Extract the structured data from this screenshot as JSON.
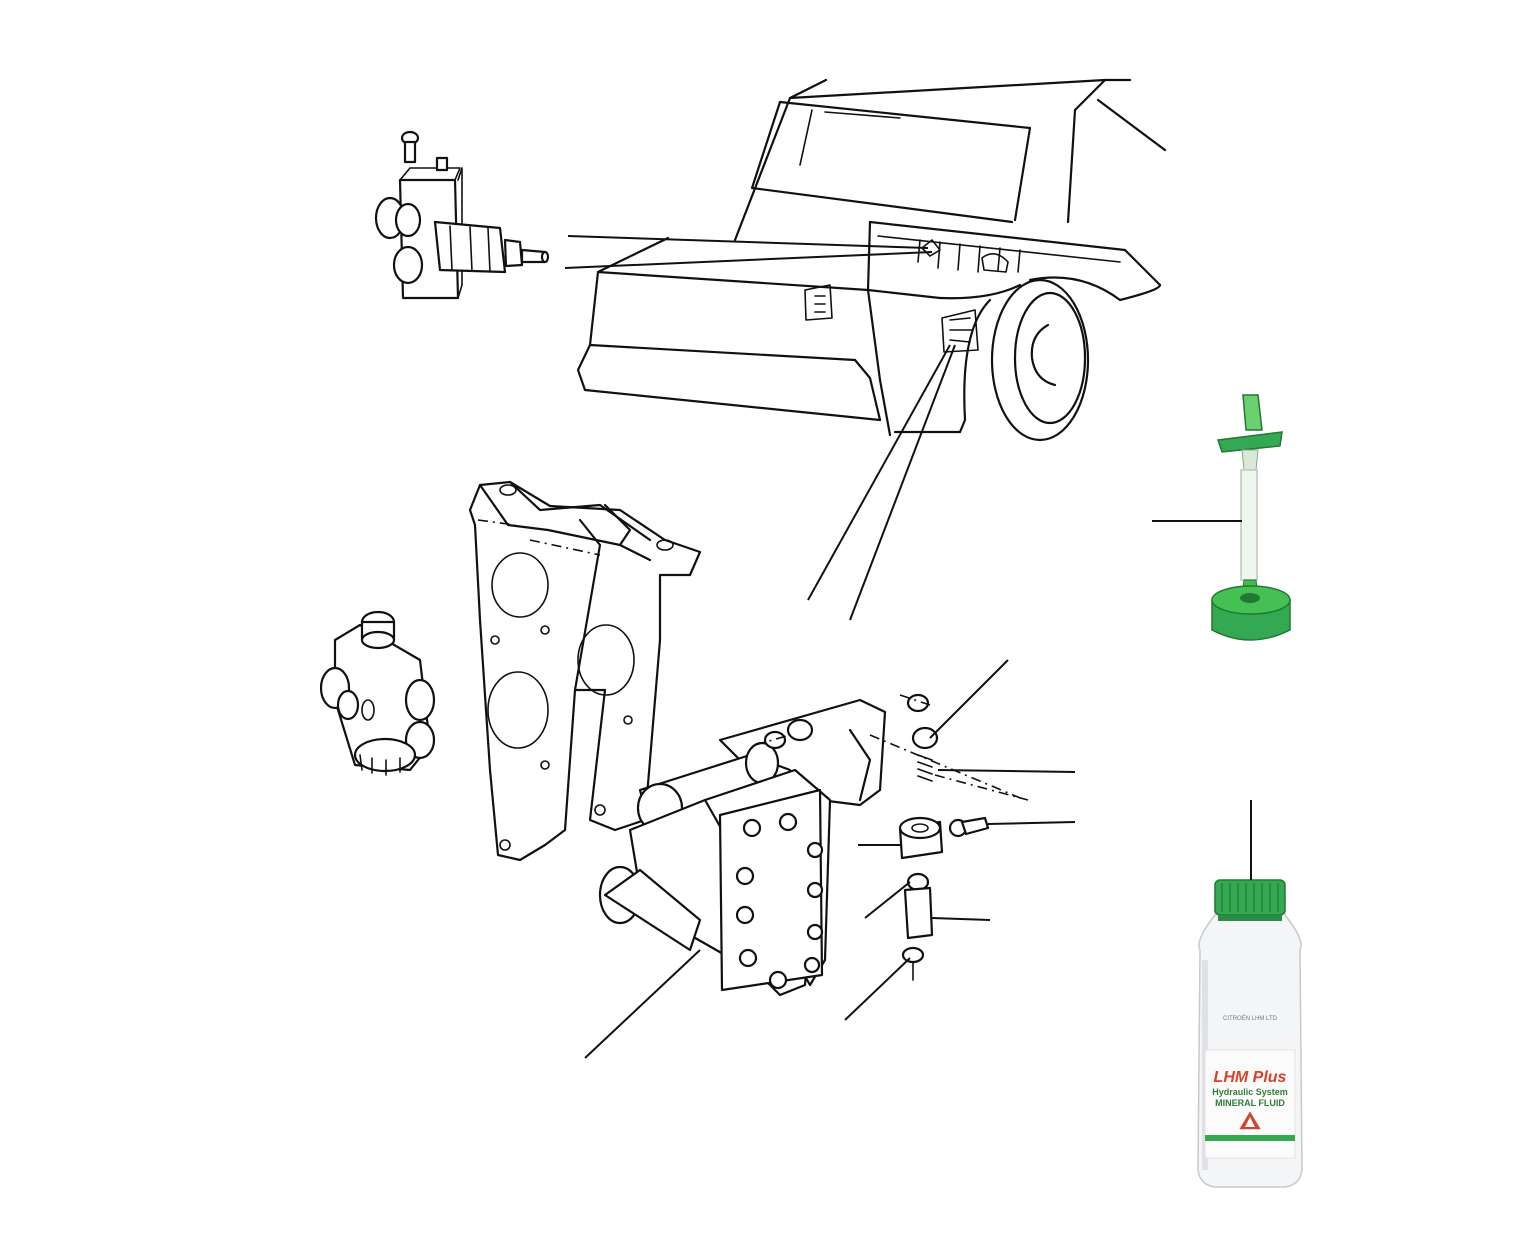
{
  "colors": {
    "line_art": "#111111",
    "background": "#ffffff",
    "cap_green": "#34a853",
    "cap_green_dark": "#1f7a33",
    "label_red": "#d6422a",
    "label_green": "#2f7d34"
  },
  "bottle_label": {
    "brand": "LHM Plus",
    "line1": "Hydraulic System",
    "line2": "MINERAL FLUID"
  }
}
